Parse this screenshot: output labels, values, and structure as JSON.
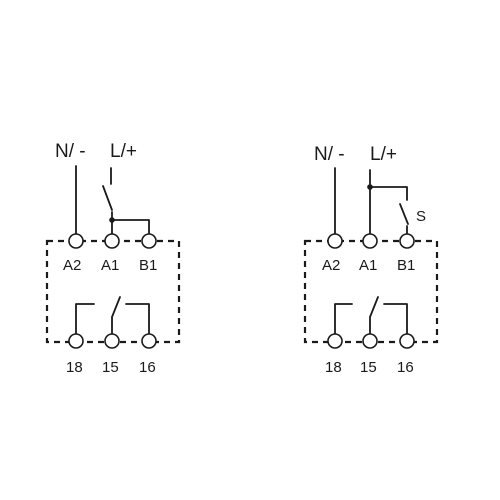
{
  "diagrams": [
    {
      "supply_neutral": "N/ -",
      "supply_line": "L/+",
      "terminals_top": [
        "A2",
        "A1",
        "B1"
      ],
      "terminals_bottom": [
        "18",
        "15",
        "16"
      ]
    },
    {
      "supply_neutral": "N/ -",
      "supply_line": "L/+",
      "switch_label": "S",
      "terminals_top": [
        "A2",
        "A1",
        "B1"
      ],
      "terminals_bottom": [
        "18",
        "15",
        "16"
      ]
    }
  ]
}
